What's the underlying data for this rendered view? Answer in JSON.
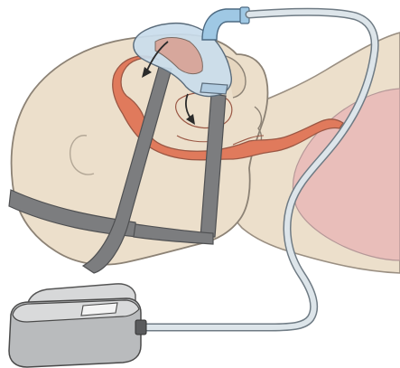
{
  "diagram": {
    "kind": "medical-illustration",
    "subject": "cpap-therapy",
    "components": [
      {
        "name": "head",
        "color": "#ecdfcb"
      },
      {
        "name": "neck-and-shoulders",
        "color": "#ecdfcb"
      },
      {
        "name": "lungs",
        "color": "#e9b8b7"
      },
      {
        "name": "upper-airway",
        "color": "#e07a5c"
      },
      {
        "name": "nasal-mask",
        "color": "#c9dcec"
      },
      {
        "name": "mask-tubing-connector",
        "color": "#9fc8e4"
      },
      {
        "name": "air-hose",
        "color": "#dde5ea"
      },
      {
        "name": "headgear-straps",
        "color": "#7c7d7f"
      },
      {
        "name": "cpap-machine",
        "color": "#b9bbbd"
      },
      {
        "name": "airflow-arrows",
        "color": "#2b2b2b"
      }
    ],
    "airflow_arrow_count": 2
  }
}
